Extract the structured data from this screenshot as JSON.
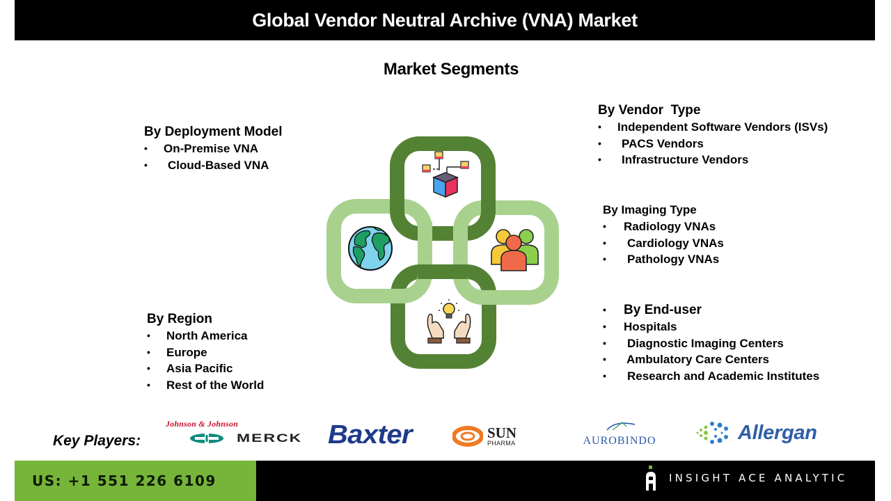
{
  "header": {
    "title": "Global Vendor Neutral Archive (VNA) Market"
  },
  "subtitle": "Market Segments",
  "segments": {
    "deployment": {
      "title": "By Deployment Model",
      "items": [
        "On-Premise VNA",
        "Cloud-Based VNA"
      ]
    },
    "vendor": {
      "title": "By Vendor  Type",
      "items": [
        "Independent Software Vendors (ISVs)",
        "PACS Vendors",
        "Infrastructure Vendors"
      ]
    },
    "imaging": {
      "title": "By Imaging Type",
      "items": [
        "Radiology VNAs",
        "Cardiology VNAs",
        "Pathology VNAs"
      ]
    },
    "region": {
      "title": "By Region",
      "items": [
        "North America",
        "Europe",
        "Asia Pacific",
        "Rest of the World"
      ]
    },
    "enduser": {
      "title": "By End-user",
      "items": [
        "Hospitals",
        "Diagnostic Imaging Centers",
        "Ambulatory Care Centers",
        "Research and Academic Institutes"
      ]
    }
  },
  "bullet": "•",
  "graphic": {
    "icons": [
      "network-cube-icon",
      "globe-icon",
      "people-group-icon",
      "hands-lightbulb-icon"
    ],
    "colors": {
      "dark_ring": "#548235",
      "light_ring": "#a9d18e"
    }
  },
  "key_players": {
    "label": "Key Players:",
    "logos": {
      "jj": "Johnson & Johnson",
      "merck": "MERCK",
      "baxter": "Baxter",
      "sun_main": "SUN",
      "sun_sub": "PHARMA",
      "aurobindo": "AUROBINDO",
      "allergan": "Allergan"
    }
  },
  "footer": {
    "phone": "US: +1 551 226 6109",
    "brand": "INSIGHT ACE ANALYTIC",
    "accent_color": "#76b43a"
  }
}
